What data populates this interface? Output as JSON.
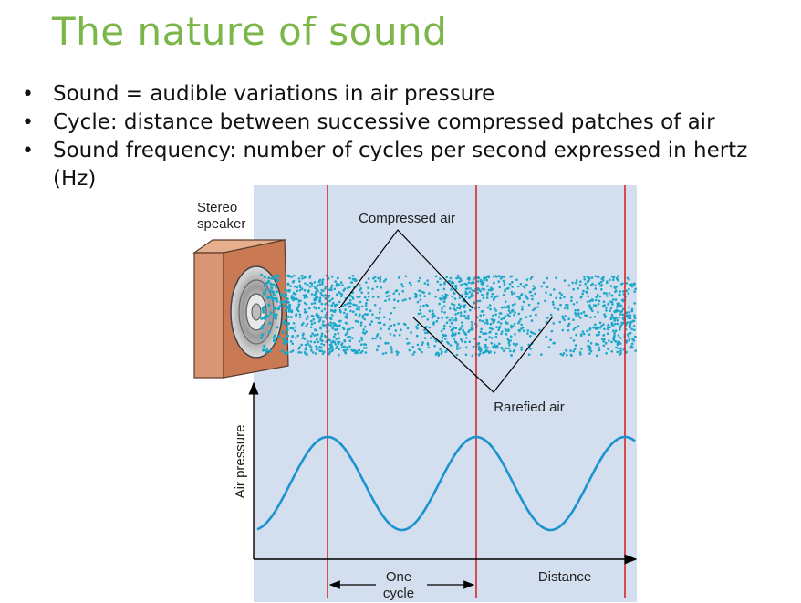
{
  "title": "The nature of sound",
  "bullets": [
    "Sound = audible variations in air pressure",
    "Cycle: distance between successive compressed patches of air",
    "Sound frequency: number of cycles per second expressed in hertz (Hz)"
  ],
  "figure": {
    "speaker_label_line1": "Stereo",
    "speaker_label_line2": "speaker",
    "compressed_label": "Compressed air",
    "rarefied_label": "Rarefied air",
    "y_axis_label": "Air pressure",
    "x_axis_label": "Distance",
    "cycle_label_line1": "One",
    "cycle_label_line2": "cycle",
    "colors": {
      "panel": "#d3deee",
      "air_dots": "#1aa7c8",
      "wave": "#1a93cf",
      "cycle_lines": "#d9252a",
      "speaker_box": "#d99574",
      "title": "#7ab648"
    }
  }
}
